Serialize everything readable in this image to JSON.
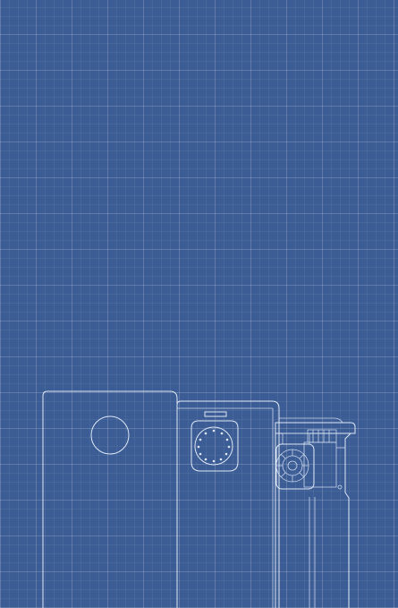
{
  "background": {
    "color": "#3b5c94",
    "grid_color": "#ffffff"
  },
  "drawing": {
    "line_color": "#dfe8f6",
    "parts": [
      "tall-unit-left",
      "middle-unit",
      "right-unit"
    ]
  }
}
